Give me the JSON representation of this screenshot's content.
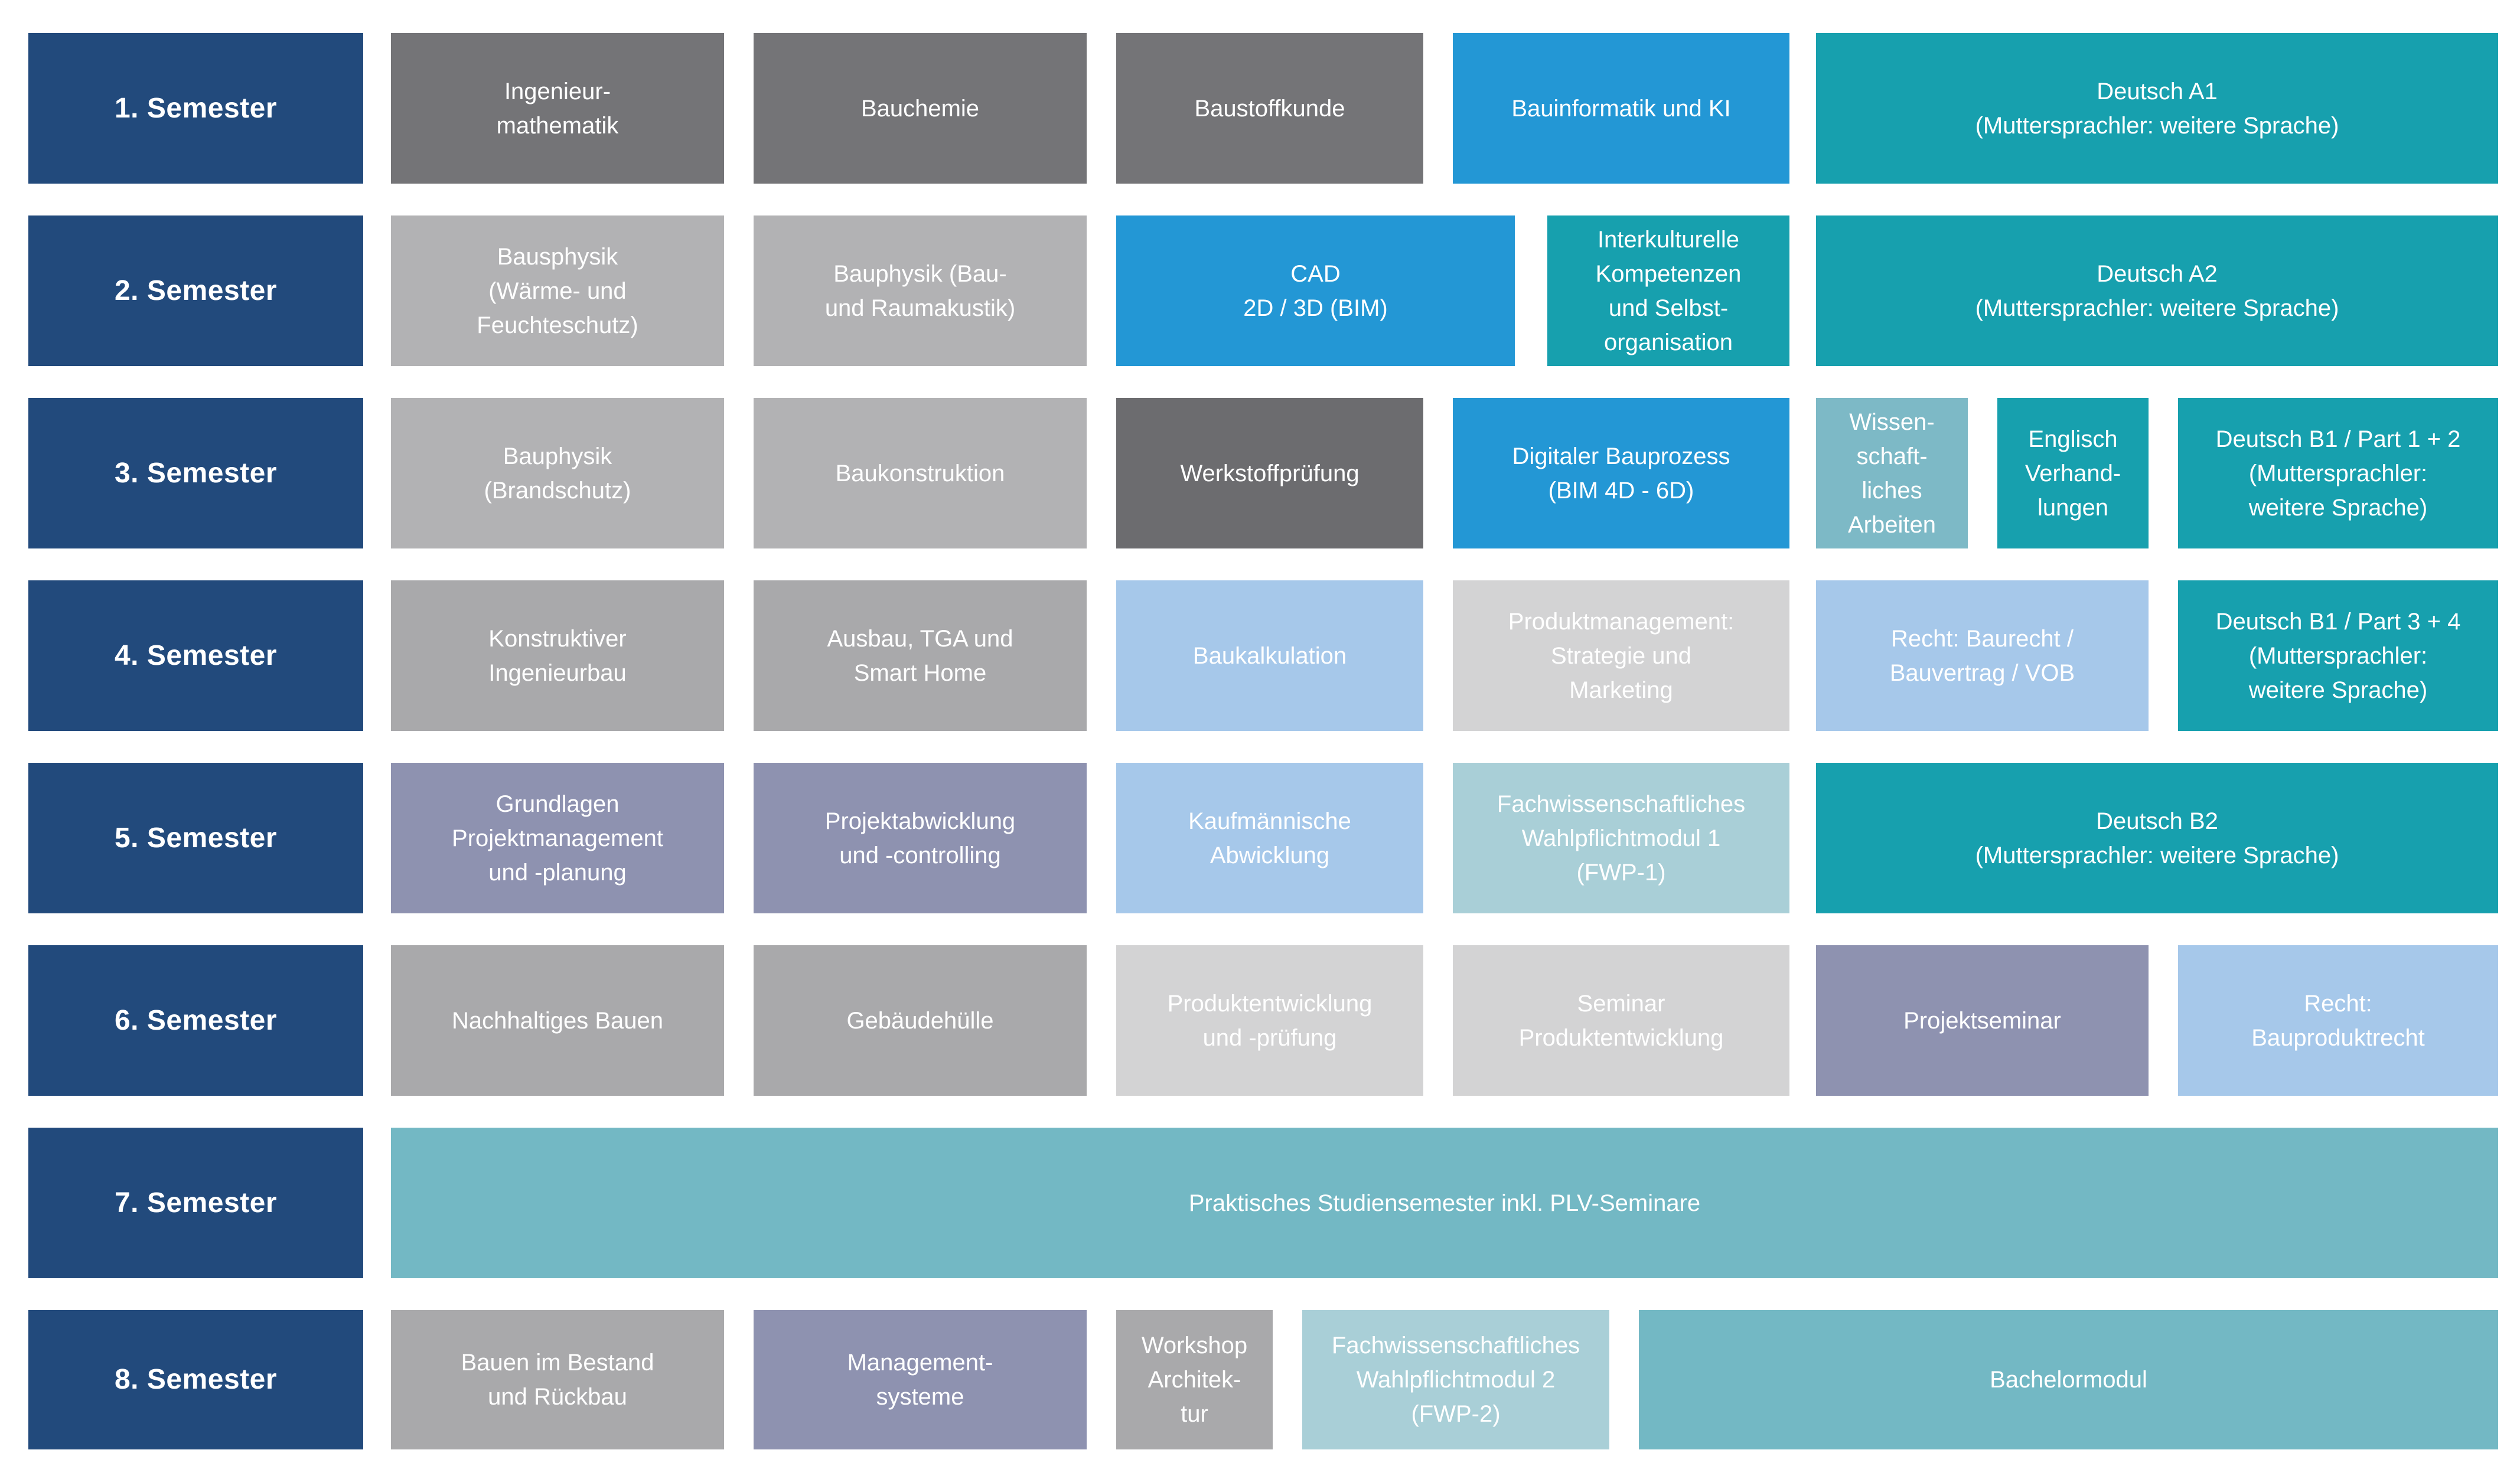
{
  "palette": {
    "navy": "#224A7C",
    "gray_dark": "#747477",
    "gray_darker": "#6C6C6F",
    "gray_light": "#B2B2B4",
    "gray_mid": "#A9A9AB",
    "gray_pale": "#D3D3D4",
    "blue": "#2397D5",
    "blue_pale": "#A6C8EA",
    "teal": "#17A0AE",
    "teal_muted": "#7DB9C6",
    "teal_pale": "#A9CFD7",
    "teal_mid": "#73B8C4",
    "purple": "#8E92B0",
    "text": "#FFFFFF",
    "background": "#FFFFFF"
  },
  "rows": [
    {
      "label": "1. Semester",
      "modules": [
        {
          "text": "Ingenieur-\nmathematik"
        },
        {
          "text": "Bauchemie"
        },
        {
          "text": "Baustoffkunde"
        },
        {
          "text": "Bauinformatik und KI"
        },
        {
          "text": "Deutsch A1\n(Muttersprachler: weitere Sprache)"
        }
      ]
    },
    {
      "label": "2. Semester",
      "modules": [
        {
          "text": "Bausphysik\n(Wärme- und\nFeuchteschutz)"
        },
        {
          "text": "Bauphysik (Bau-\nund Raumakustik)"
        },
        {
          "text": "CAD\n2D / 3D (BIM)"
        },
        {
          "text": "Interkulturelle\nKompetenzen\nund Selbst-\norganisation"
        },
        {
          "text": "Deutsch A2\n(Muttersprachler: weitere Sprache)"
        }
      ]
    },
    {
      "label": "3. Semester",
      "modules": [
        {
          "text": "Bauphysik\n(Brandschutz)"
        },
        {
          "text": "Baukonstruktion"
        },
        {
          "text": "Werkstoffprüfung"
        },
        {
          "text": "Digitaler Bauprozess\n(BIM 4D - 6D)"
        },
        {
          "text": "Wissen-\nschaft-\nliches\nArbeiten"
        },
        {
          "text": "Englisch\nVerhand-\nlungen"
        },
        {
          "text": "Deutsch B1 / Part 1 + 2\n(Muttersprachler:\nweitere Sprache)"
        }
      ]
    },
    {
      "label": "4. Semester",
      "modules": [
        {
          "text": "Konstruktiver\nIngenieurbau"
        },
        {
          "text": "Ausbau, TGA und\nSmart Home"
        },
        {
          "text": "Baukalkulation"
        },
        {
          "text": "Produktmanagement:\nStrategie und\nMarketing"
        },
        {
          "text": "Recht: Baurecht /\nBauvertrag / VOB"
        },
        {
          "text": "Deutsch B1 / Part 3 + 4\n(Muttersprachler:\nweitere Sprache)"
        }
      ]
    },
    {
      "label": "5. Semester",
      "modules": [
        {
          "text": "Grundlagen\nProjektmanagement\nund -planung"
        },
        {
          "text": "Projektabwicklung\nund -controlling"
        },
        {
          "text": "Kaufmännische\nAbwicklung"
        },
        {
          "text": "Fachwissenschaftliches\nWahlpflichtmodul 1\n(FWP-1)"
        },
        {
          "text": "Deutsch B2\n(Muttersprachler: weitere Sprache)"
        }
      ]
    },
    {
      "label": "6. Semester",
      "modules": [
        {
          "text": "Nachhaltiges Bauen"
        },
        {
          "text": "Gebäudehülle"
        },
        {
          "text": "Produktentwicklung\nund -prüfung"
        },
        {
          "text": "Seminar\nProduktentwicklung"
        },
        {
          "text": "Projektseminar"
        },
        {
          "text": "Recht:\nBauproduktrecht"
        }
      ]
    },
    {
      "label": "7. Semester",
      "modules": [
        {
          "text": "Praktisches Studiensemester inkl. PLV-Seminare"
        }
      ]
    },
    {
      "label": "8. Semester",
      "modules": [
        {
          "text": "Bauen im Bestand\nund Rückbau"
        },
        {
          "text": "Management-\nsysteme"
        },
        {
          "text": "Workshop\nArchitek-\ntur"
        },
        {
          "text": "Fachwissenschaftliches\nWahlpflichtmodul 2\n(FWP-2)"
        },
        {
          "text": "Bachelormodul"
        }
      ]
    }
  ]
}
